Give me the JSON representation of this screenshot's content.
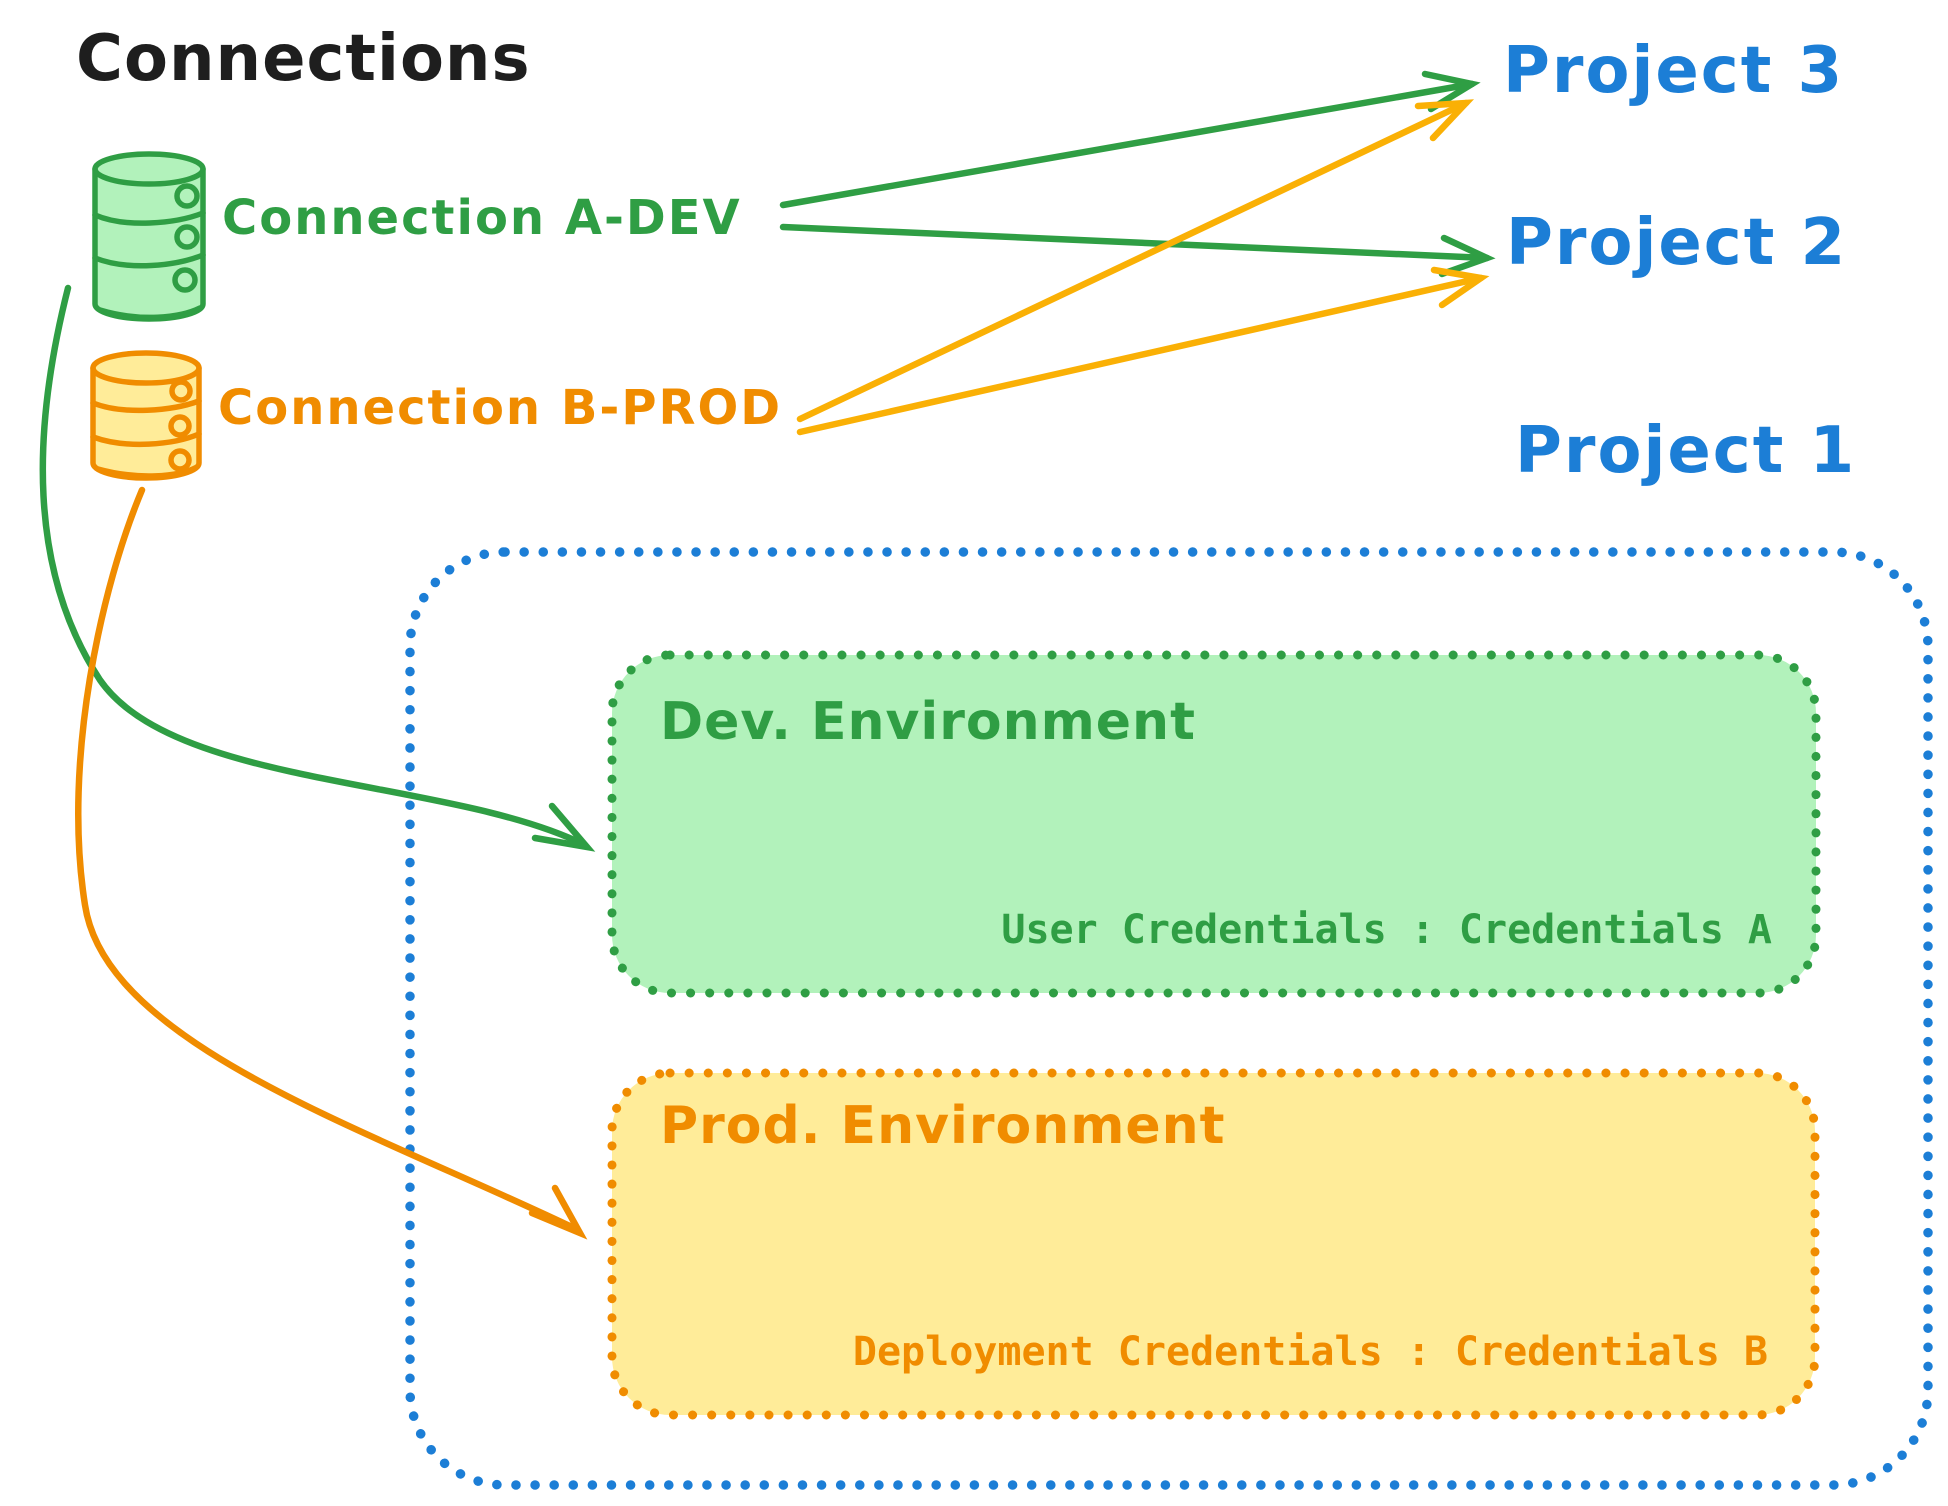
{
  "diagram_title": "Connections",
  "colors": {
    "black": "#1e1e1e",
    "blue": "#1c7ed6",
    "green": "#2f9e44",
    "green_fill": "#b2f2bb",
    "orange": "#f08c00",
    "orange_fill": "#ffec99"
  },
  "connections": {
    "heading": "Connections",
    "items": [
      {
        "label": "Connection A-DEV",
        "color": "#2f9e44",
        "icon": "database-cylinder"
      },
      {
        "label": "Connection B-PROD",
        "color": "#f08c00",
        "icon": "database-cylinder"
      }
    ]
  },
  "projects": [
    {
      "label": "Project 3",
      "color": "#1c7ed6"
    },
    {
      "label": "Project 2",
      "color": "#1c7ed6"
    },
    {
      "label": "Project 1",
      "color": "#1c7ed6"
    }
  ],
  "environments": [
    {
      "title": "Dev. Environment",
      "credentials": "User Credentials : Credentials A",
      "color": "#2f9e44",
      "fill": "#b2f2bb",
      "parent": "Project 1"
    },
    {
      "title": "Prod. Environment",
      "credentials": "Deployment Credentials : Credentials B",
      "color": "#f08c00",
      "fill": "#ffec99",
      "parent": "Project 1"
    }
  ],
  "edges": [
    {
      "from": "Connection A-DEV",
      "to": "Project 3",
      "color": "#2f9e44"
    },
    {
      "from": "Connection A-DEV",
      "to": "Project 2",
      "color": "#2f9e44"
    },
    {
      "from": "Connection B-PROD",
      "to": "Project 3",
      "color": "#f08c00"
    },
    {
      "from": "Connection B-PROD",
      "to": "Project 2",
      "color": "#f08c00"
    },
    {
      "from": "Connection A-DEV",
      "to": "Dev. Environment",
      "color": "#2f9e44"
    },
    {
      "from": "Connection B-PROD",
      "to": "Prod. Environment",
      "color": "#f08c00"
    }
  ]
}
